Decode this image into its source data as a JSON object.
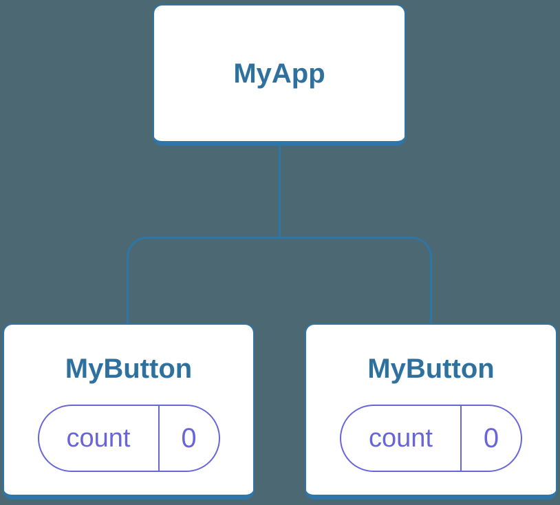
{
  "colors": {
    "background": "#4c6973",
    "connector_blue": "#2e75a8",
    "node_label_blue": "#2e719f",
    "state_purple": "#6765d8",
    "node_fill": "#ffffff"
  },
  "tree": {
    "root": {
      "label": "MyApp"
    },
    "children": [
      {
        "label": "MyButton",
        "state": {
          "key": "count",
          "value": "0"
        }
      },
      {
        "label": "MyButton",
        "state": {
          "key": "count",
          "value": "0"
        }
      }
    ]
  }
}
